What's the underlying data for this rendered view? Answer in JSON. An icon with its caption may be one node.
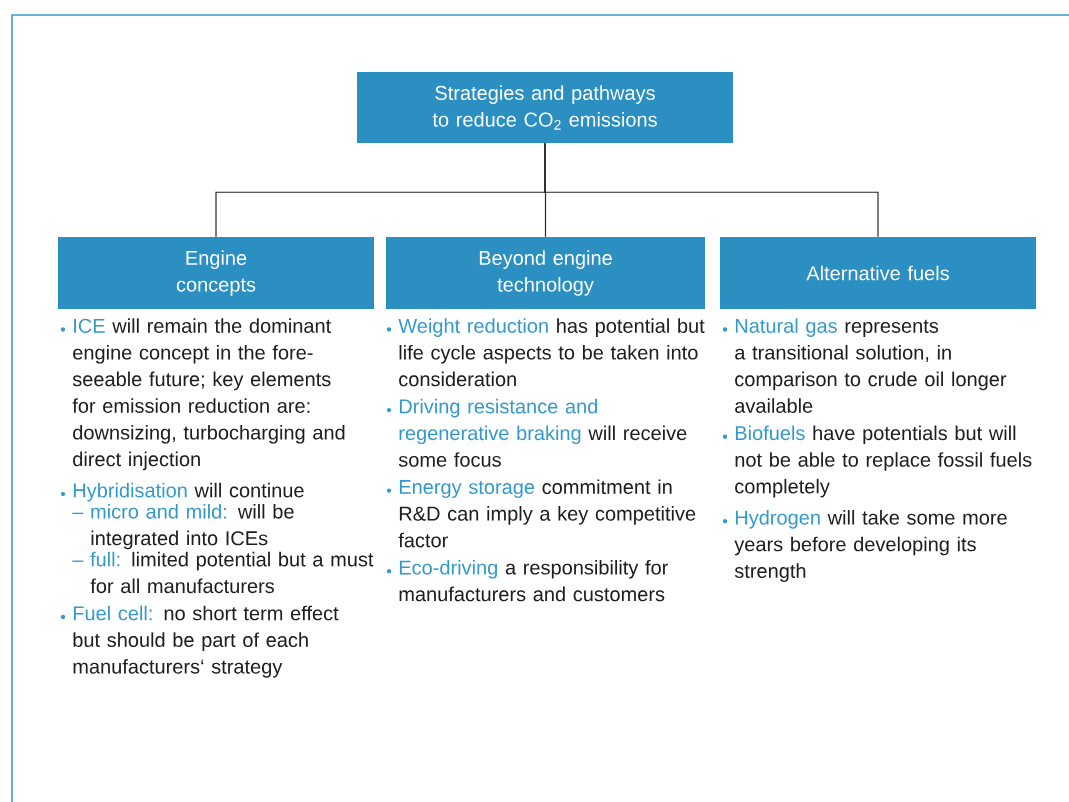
{
  "diagram": {
    "nodes": [
      {
        "text": [
          "Strategies and pathways to reduce CO$_{2}$ emissions"
        ]
      },
      {
        "text": [
          "Engine concepts"
        ],
        "beside": [
          "ICE",
          "will remain the dominant engine concept in the fore-seeable future; key elements for emission reduction are: downsizing, turbocharging and direct injection",
          "Hybridisation",
          "will continue",
          "– micro and mild:",
          "will be integrated into ICEs",
          "– full:",
          "limited potential but a must for all manufacturers",
          "Fuel cell:",
          "no short term effect but should be part of each manufacturers‘ strategy"
        ]
      },
      {
        "text": [
          "Beyond engine technology"
        ],
        "beside": [
          "Weight reduction",
          "has potential but life cycle aspects to be taken into consideration",
          "Driving resistance and regenerative braking",
          "will receive some focus",
          "Energy storage",
          "commitment in R&D can imply a key competitive factor",
          "Eco-driving",
          "a responsibility for manufacturers and customers"
        ]
      },
      {
        "text": [
          "Alternative fuels"
        ],
        "beside": [
          "Natural gas",
          "represents a transitional solution, in comparison to crude oil longer available",
          "Biofuels",
          "have potentials but will not be able to replace fossil fuels completely",
          "Hydrogen",
          "will take some more years before developing its strength"
        ]
      }
    ],
    "edges": [
      {
        "from": 0,
        "to": 1,
        "arrow": "none"
      },
      {
        "from": 0,
        "to": 2,
        "arrow": "none"
      },
      {
        "from": 0,
        "to": 3,
        "arrow": "none"
      }
    ]
  }
}
